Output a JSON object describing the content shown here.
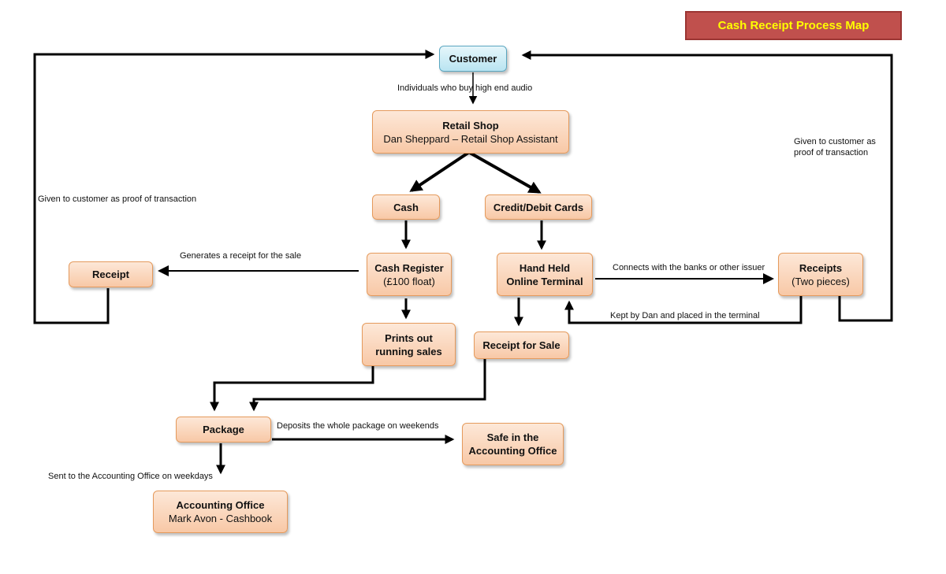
{
  "title": "Cash Receipt Process Map",
  "nodes": {
    "customer": {
      "line1": "Customer"
    },
    "retail_shop": {
      "line1": "Retail Shop",
      "line2": "Dan Sheppard – Retail Shop Assistant"
    },
    "cash": {
      "line1": "Cash"
    },
    "cards": {
      "line1": "Credit/Debit Cards"
    },
    "cash_register": {
      "line1": "Cash Register",
      "line2": "(£100 float)"
    },
    "terminal": {
      "line1": "Hand Held",
      "line1b": "Online Terminal"
    },
    "receipt": {
      "line1": "Receipt"
    },
    "receipts": {
      "line1": "Receipts",
      "line2": "(Two pieces)"
    },
    "prints": {
      "line1": "Prints out",
      "line1b": "running sales"
    },
    "receipt_sale": {
      "line1": "Receipt for Sale"
    },
    "package": {
      "line1": "Package"
    },
    "safe": {
      "line1": "Safe in the",
      "line1b": "Accounting Office"
    },
    "accounting": {
      "line1": "Accounting Office",
      "line2": "Mark Avon - Cashbook"
    }
  },
  "labels": {
    "buyers": "Individuals who buy high end audio",
    "given_left": "Given to customer as proof of transaction",
    "given_right": "Given to customer as proof of transaction",
    "generates": "Generates a receipt for the sale",
    "connects": "Connects with the banks or other issuer",
    "kept": "Kept by Dan and placed in the terminal",
    "deposits": "Deposits the whole package on weekends",
    "sent": "Sent to the Accounting Office on weekdays"
  }
}
